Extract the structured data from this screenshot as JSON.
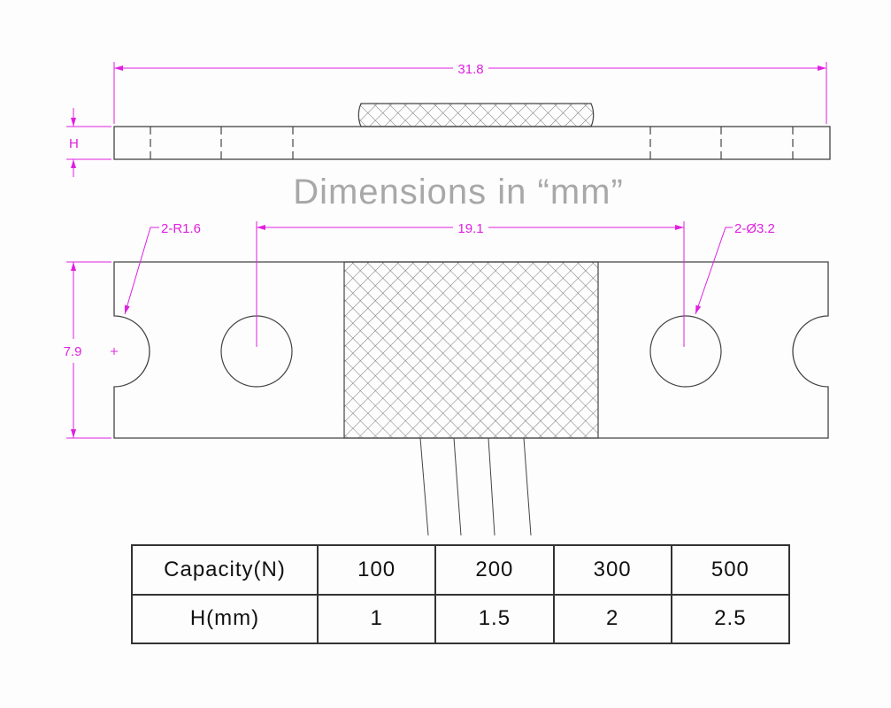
{
  "title": "Dimensions in “mm”",
  "dimensions": {
    "overall_length": "31.8",
    "height": "H",
    "hole_spacing": "19.1",
    "width": "7.9",
    "notch_radius": "2-R1.6",
    "hole_diameter": "2-Ø3.2"
  },
  "colors": {
    "dimension": "#e020e0",
    "outline": "#444444",
    "title": "#a8a8a8"
  },
  "table": {
    "rows": [
      {
        "label": "Capacity(N)",
        "values": [
          "100",
          "200",
          "300",
          "500"
        ]
      },
      {
        "label": "H(mm)",
        "values": [
          "1",
          "1.5",
          "2",
          "2.5"
        ]
      }
    ]
  }
}
